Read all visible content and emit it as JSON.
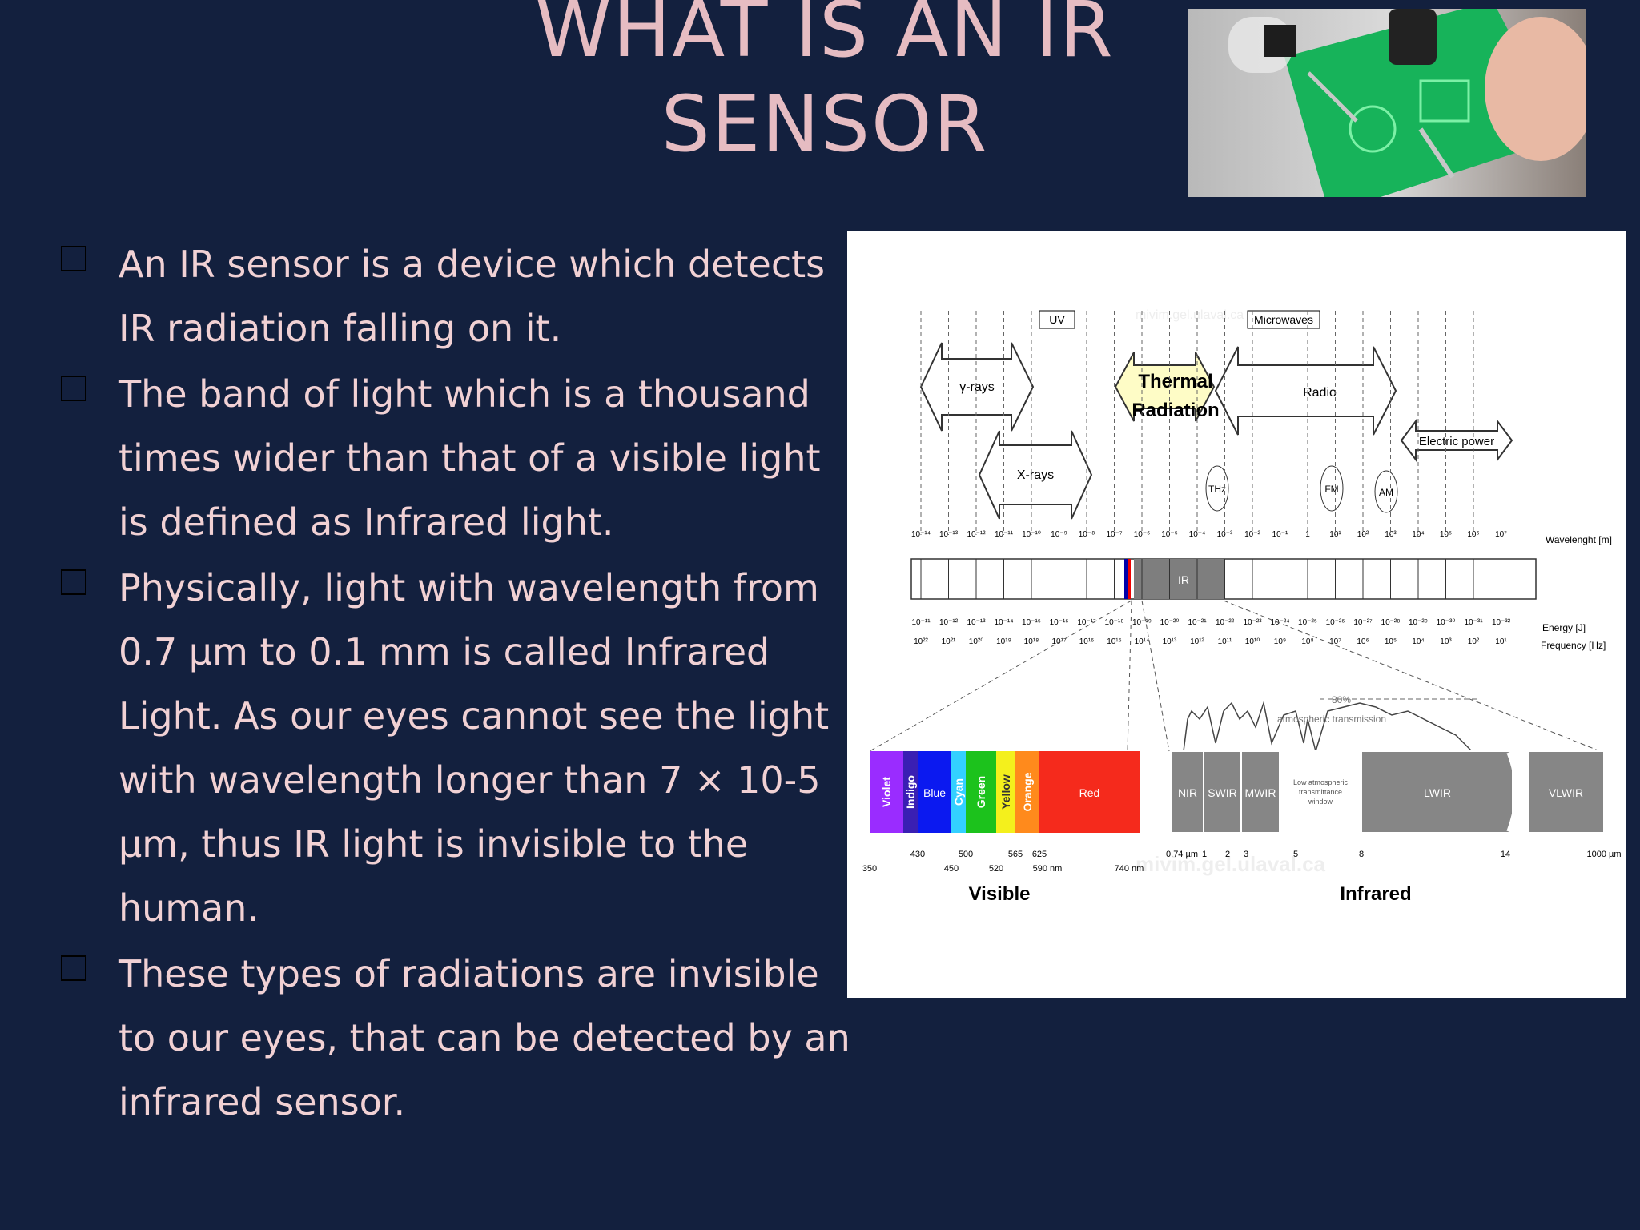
{
  "slide": {
    "title": "WHAT IS  AN IR SENSOR",
    "bullets": [
      "An IR sensor is a device which detects IR radiation falling on it.",
      "The band of light which is a thousand times wider than that of a visible light is defined as Infrared light.",
      "Physically, light with wavelength from 0.7 µm to 0.1 mm is called Infrared Light. As our eyes cannot see the light with wavelength longer than 7 × 10-5 µm, thus IR light is invisible to the human.",
      "These types of radiations are  invisible to our eyes, that can be detected by an infrared sensor."
    ]
  },
  "photo": {
    "description_icon": "ir-sensor-module-photo"
  },
  "diagram": {
    "top_labels": {
      "uv": "UV",
      "microwaves": "Microwaves"
    },
    "bands": {
      "gamma": "γ-rays",
      "xrays": "X-rays",
      "thermal_1": "Thermal",
      "thermal_2": "Radiation",
      "radio": "Radio",
      "electric": "Electric power",
      "thz": "THz",
      "fm": "FM",
      "am": "AM"
    },
    "scale_labels": {
      "wavelength": "Wavelenght [m]",
      "energy": "Energy [J]",
      "frequency": "Frequency [Hz]",
      "ir": "IR"
    },
    "wavelength_ticks": [
      "10⁻¹⁴",
      "10⁻¹³",
      "10⁻¹²",
      "10⁻¹¹",
      "10⁻¹⁰",
      "10⁻⁹",
      "10⁻⁸",
      "10⁻⁷",
      "10⁻⁶",
      "10⁻⁵",
      "10⁻⁴",
      "10⁻³",
      "10⁻²",
      "10⁻¹",
      "1",
      "10¹",
      "10²",
      "10³",
      "10⁴",
      "10⁵",
      "10⁶",
      "10⁷"
    ],
    "energy_ticks": [
      "10⁻¹¹",
      "10⁻¹²",
      "10⁻¹³",
      "10⁻¹⁴",
      "10⁻¹⁵",
      "10⁻¹⁶",
      "10⁻¹⁷",
      "10⁻¹⁸",
      "10⁻¹⁹",
      "10⁻²⁰",
      "10⁻²¹",
      "10⁻²²",
      "10⁻²³",
      "10⁻²⁴",
      "10⁻²⁵",
      "10⁻²⁶",
      "10⁻²⁷",
      "10⁻²⁸",
      "10⁻²⁹",
      "10⁻³⁰",
      "10⁻³¹",
      "10⁻³²"
    ],
    "frequency_ticks": [
      "10²²",
      "10²¹",
      "10²⁰",
      "10¹⁹",
      "10¹⁸",
      "10¹⁷",
      "10¹⁶",
      "10¹⁵",
      "10¹⁴",
      "10¹³",
      "10¹²",
      "10¹¹",
      "10¹⁰",
      "10⁹",
      "10⁸",
      "10⁷",
      "10⁶",
      "10⁵",
      "10⁴",
      "10³",
      "10²",
      "10¹"
    ],
    "visible_colors": [
      "Violet",
      "Indigo",
      "Blue",
      "Cyan",
      "Green",
      "Yellow",
      "Orange",
      "Red"
    ],
    "visible_nm": [
      "350",
      "430",
      "450",
      "500",
      "520",
      "565",
      "590 nm",
      "625",
      "740 nm"
    ],
    "ir_bands": [
      "NIR",
      "SWIR",
      "MWIR",
      "Low atmospheric transmittance window",
      "LWIR",
      "VLWIR"
    ],
    "ir_um": [
      "0.74 µm",
      "1",
      "2",
      "3",
      "5",
      "8",
      "14",
      "1000 µm"
    ],
    "atmos": {
      "pct": "80%",
      "label": "atmospheric transmission"
    },
    "captions": {
      "visible": "Visible",
      "infrared": "Infrared"
    },
    "watermark": "mivim.gel.ulaval.ca"
  }
}
